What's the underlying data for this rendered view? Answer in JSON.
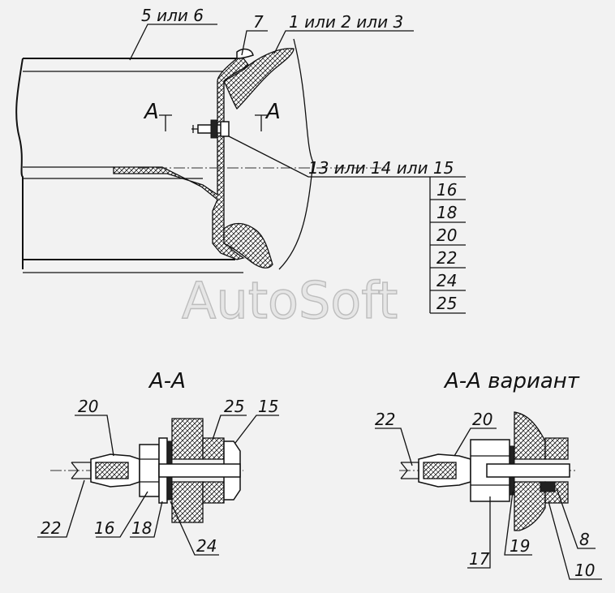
{
  "watermark": "AutoSoft",
  "section_marker": "A",
  "views": {
    "main": {
      "labels": {
        "casing": "5 или 6",
        "valve": "7",
        "rim": "1 или 2 или 3",
        "set": "13 или 14 или 15",
        "list": [
          "16",
          "18",
          "20",
          "22",
          "24",
          "25"
        ]
      }
    },
    "section": {
      "title": "А-А",
      "labels": {
        "cap": "20",
        "valve_tip": "22",
        "washer": "16",
        "nut": "18",
        "seal": "24",
        "bush": "25",
        "body": "15"
      }
    },
    "variant": {
      "title": "А-А вариант",
      "labels": {
        "valve_tip": "22",
        "cap": "20",
        "nut": "17",
        "washer": "19",
        "gasket": "8",
        "bush": "10"
      }
    }
  }
}
